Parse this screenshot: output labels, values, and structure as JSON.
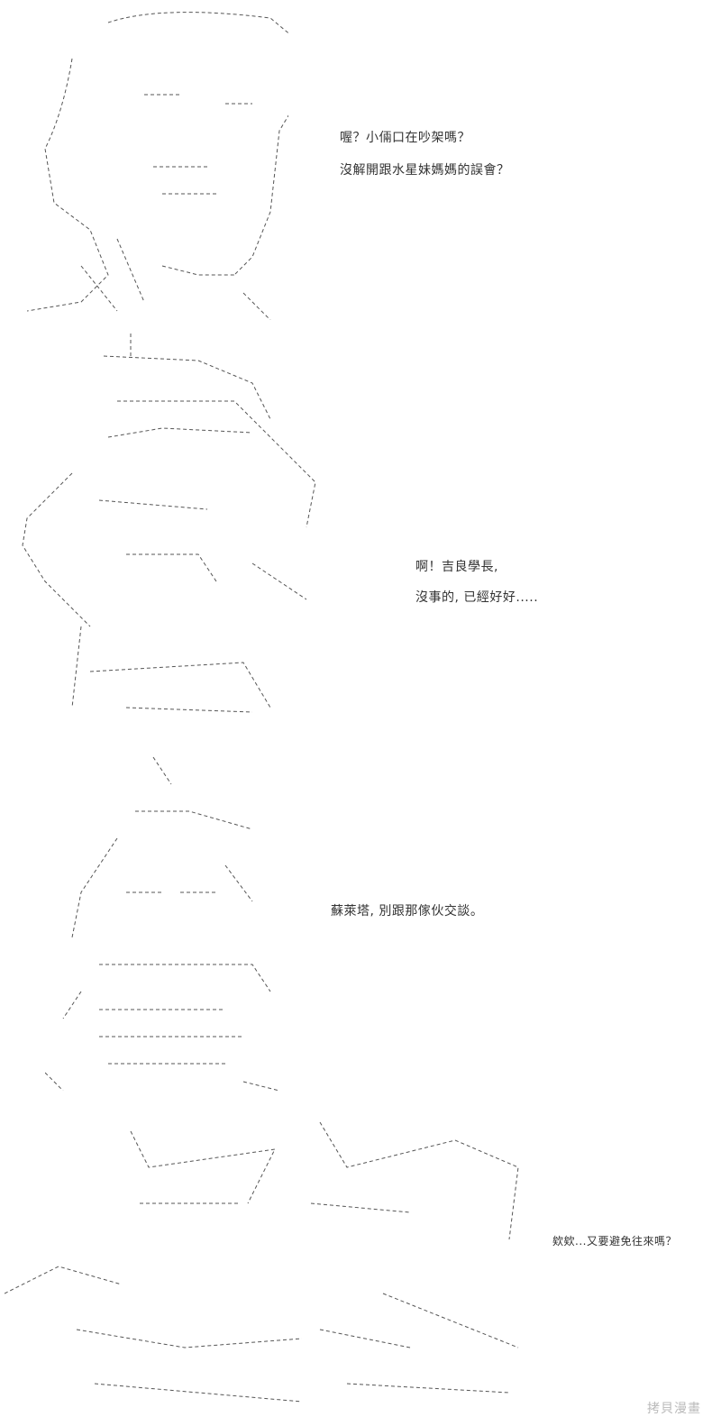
{
  "panels": [
    {
      "dialogue": [
        "喔？小倆口在吵架嗎？",
        "沒解開跟水星妹媽媽的誤會？"
      ]
    },
    {
      "dialogue": [
        "啊！吉良學長,",
        "沒事的, 已經好好....."
      ]
    },
    {
      "dialogue": [
        "蘇萊塔, 別跟那傢伙交談。"
      ]
    },
    {
      "dialogue": [
        "欸欸...又要避免往來嗎？"
      ]
    }
  ],
  "watermark": "拷貝漫畫",
  "colors": {
    "text": "#333333",
    "art": "#555555",
    "watermark": "#bbbbbb"
  }
}
